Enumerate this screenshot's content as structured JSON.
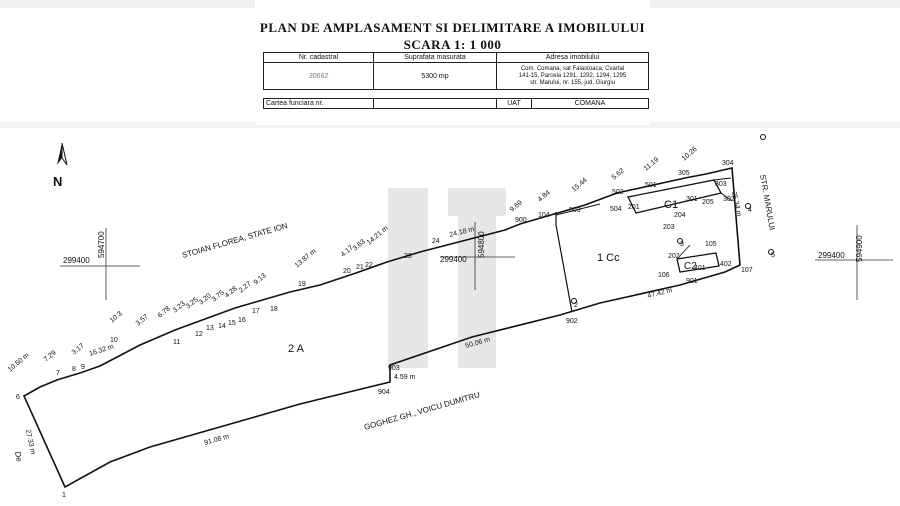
{
  "header": {
    "title_line1": "PLAN DE AMPLASAMENT SI DELIMITARE A IMOBILULUI",
    "title_line2": "SCARA 1: 1 000",
    "columns": [
      "Nr. cadastral",
      "Suprafata masurata",
      "Adresa imobilului"
    ],
    "nr_cadastral": "30662",
    "suprafata": "5300 mp",
    "adresa_lines": [
      "Com. Comana, sat Falastoaca, Cvartal",
      "141-15, Parcela 1291, 1292, 1294, 1295",
      "str. Marului, nr. 155, jud. Giurgiu"
    ],
    "carte_funciara_label": "Cartea funciara nr.",
    "uat_label": "UAT",
    "uat_value": "COMANA"
  },
  "north_label": "N",
  "grid_labels": {
    "left_x": "299400",
    "left_y": "594700",
    "center_x": "299400",
    "center_y": "594800",
    "right_x": "299400",
    "right_y": "594900"
  },
  "neighbors": {
    "north": "STOIAN FLOREA, STATE ION",
    "south": "GOGHEZ GH., VOICU DUMITRU",
    "east": "STR. MARULUI",
    "west": "De"
  },
  "parcel_labels": {
    "parcel_a": "2 A",
    "parcel_b": "1 Cc",
    "building_1": "C1",
    "building_2": "C2"
  },
  "point_ids": [
    "6",
    "7",
    "8",
    "9",
    "10",
    "11",
    "12",
    "13",
    "14",
    "15",
    "16",
    "17",
    "18",
    "19",
    "20",
    "21",
    "22",
    "23",
    "24",
    "900",
    "104",
    "503",
    "504",
    "502",
    "501",
    "305",
    "304",
    "303",
    "302",
    "301",
    "205",
    "204",
    "203",
    "201",
    "202",
    "105",
    "106",
    "401",
    "402",
    "107",
    "901",
    "902",
    "903",
    "904",
    "1",
    "2",
    "3",
    "4",
    "5"
  ],
  "distances": [
    "10.50 m",
    "7.29",
    "3.17",
    "16.32 m",
    "10.3",
    "3.57",
    "6.78",
    "3.23",
    "3.25",
    "3.20",
    "3.75",
    "4.28",
    "2.27",
    "9.13",
    "13.87 m",
    "4.17",
    "3.63",
    "14.21 m",
    "24.18 m",
    "9.69",
    "4.84",
    "15.44",
    "5.62",
    "11.19",
    "10.26",
    "25.34 m",
    "47.42 m",
    "50.06 m",
    "4.59 m",
    "91.08 m",
    "27.33 m"
  ]
}
